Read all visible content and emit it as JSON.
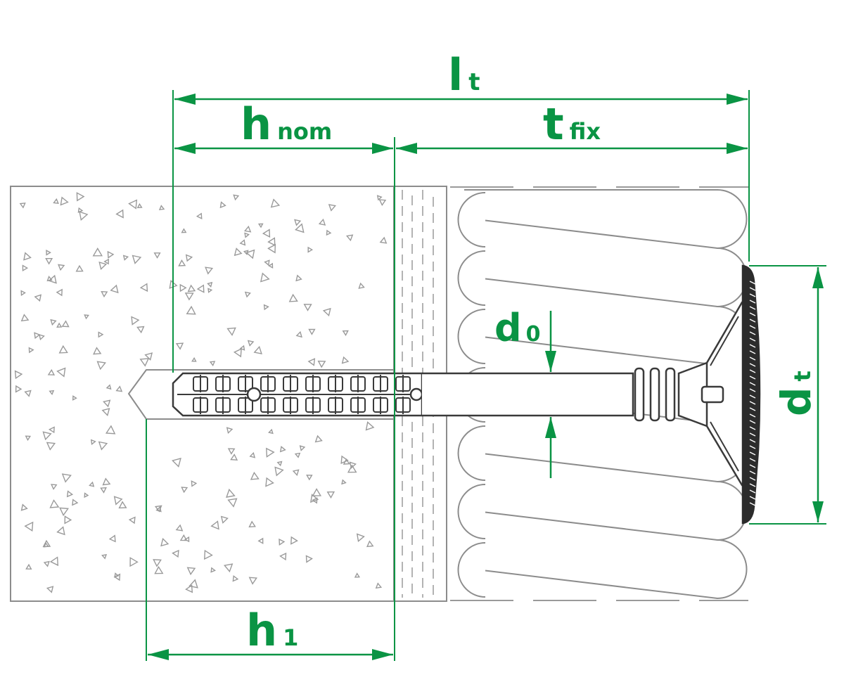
{
  "colors": {
    "accent": "#0a9444",
    "outline": "#8c8c8c",
    "anchor": "#3a3a3a",
    "background": "#ffffff"
  },
  "labels": {
    "lt": {
      "main": "l",
      "sub": "t"
    },
    "hnom": {
      "main": "h",
      "sub": "nom"
    },
    "tfix": {
      "main": "t",
      "sub": "fix"
    },
    "d0": {
      "main": "d",
      "sub": "0"
    },
    "dt": {
      "main": "d",
      "sub": "t"
    },
    "h1": {
      "main": "h",
      "sub": "1"
    }
  }
}
